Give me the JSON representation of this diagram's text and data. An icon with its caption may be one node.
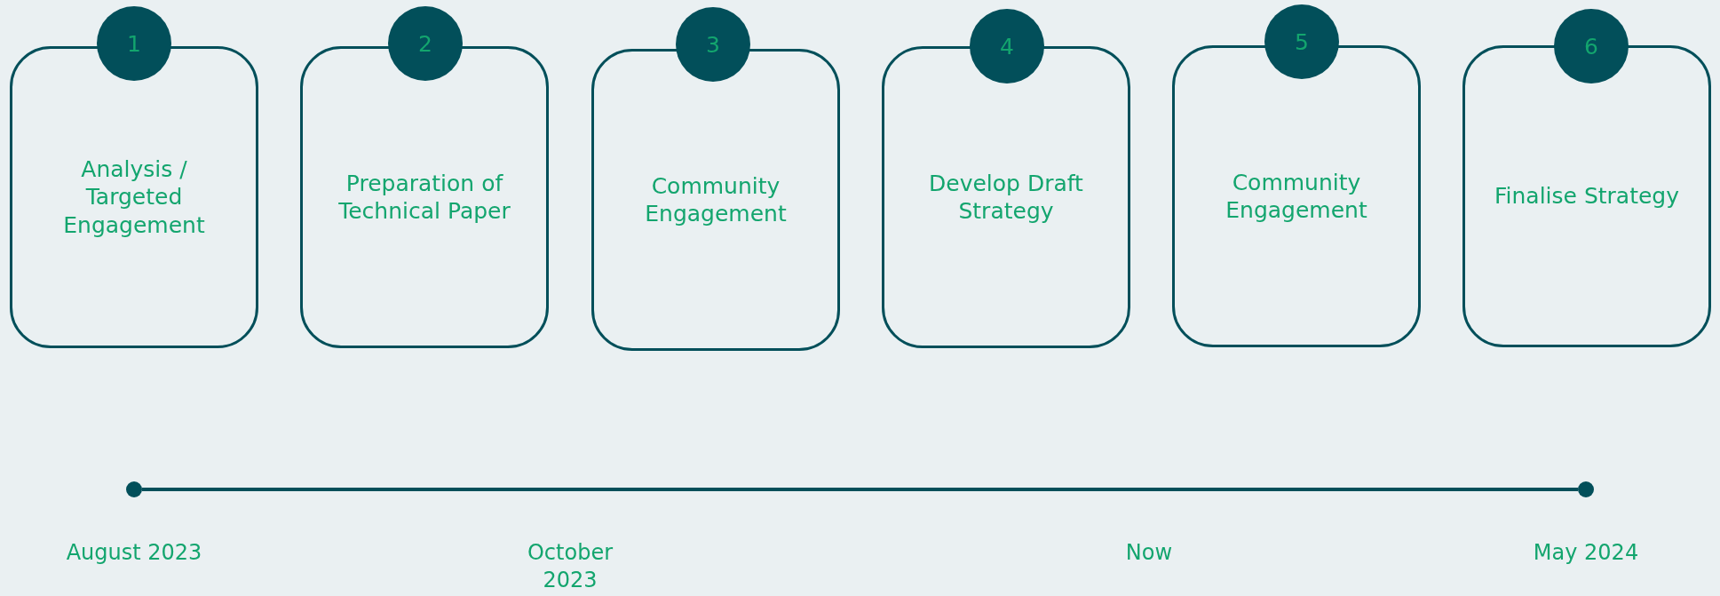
{
  "diagram": {
    "nodes": [
      {
        "text": [
          "1"
        ]
      },
      {
        "text": [
          "Analysis  / Targeted Engagement"
        ]
      },
      {
        "text": [
          "2"
        ]
      },
      {
        "text": [
          "Preparation of Technical Paper"
        ]
      },
      {
        "text": [
          "3"
        ]
      },
      {
        "text": [
          "Community Engagement"
        ]
      },
      {
        "text": [
          "4"
        ]
      },
      {
        "text": [
          "Develop Draft Strategy"
        ]
      },
      {
        "text": [
          "5"
        ]
      },
      {
        "text": [
          "Community Engagement"
        ]
      },
      {
        "text": [
          "6"
        ]
      },
      {
        "text": [
          "Finalise Strategy"
        ]
      },
      {
        "text": [],
        "shape": "circle",
        "beside": [
          "August 2023"
        ]
      },
      {
        "text": [],
        "shape": "circle",
        "beside": [
          "May 2024"
        ]
      }
    ],
    "edges": [
      {
        "from": 12,
        "to": 13,
        "arrow": "none"
      }
    ],
    "labels": [
      "October 2023",
      "Now"
    ]
  }
}
